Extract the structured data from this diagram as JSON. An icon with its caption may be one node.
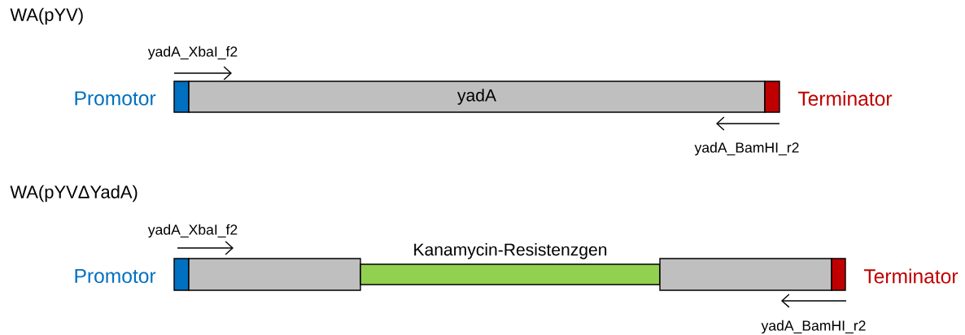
{
  "diagram": {
    "nodes": [
      {
        "text": [],
        "shape": "bar",
        "beside": [
          "Promotor"
        ]
      },
      {
        "text": [
          "yadA"
        ]
      },
      {
        "text": [],
        "shape": "bar",
        "beside": [
          "Terminator"
        ]
      },
      {
        "text": [],
        "shape": "bar",
        "beside": [
          "Promotor"
        ]
      },
      {
        "text": [],
        "shape": "bar"
      },
      {
        "text": [
          "Kanamycin-Resistenzgen"
        ]
      },
      {
        "text": [],
        "shape": "bar"
      },
      {
        "text": [],
        "shape": "bar",
        "beside": [
          "Terminator"
        ]
      }
    ],
    "labels": [
      "WA(pYV)",
      "yadA_XbaI_f2",
      "yadA_BamHI_r2",
      "WA(pYVΔYadA)",
      "yadA_XbaI_f2",
      "yadA_BamHI_r2"
    ]
  }
}
